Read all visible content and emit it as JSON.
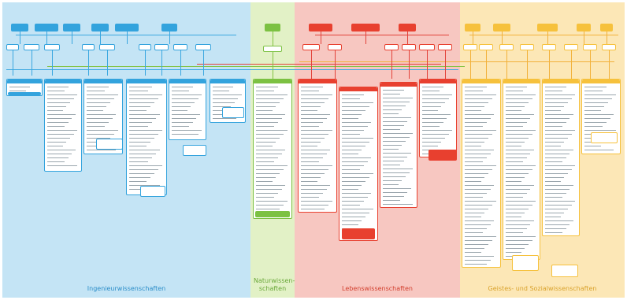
{
  "panels": {
    "ingenieur": {
      "label": "Ingenieurwissenschaften",
      "bg": "#c4e4f5",
      "accent": "#33a3dd",
      "text": "#2b8dc8"
    },
    "natur": {
      "label": "Naturwissen- schaften",
      "bg": "#e2f1c6",
      "accent": "#7cc142",
      "text": "#6aa83a"
    },
    "leben": {
      "label": "Lebenswissenschaften",
      "bg": "#f7c7c1",
      "accent": "#e8402f",
      "text": "#d2402f"
    },
    "sozial": {
      "label": "Geistes- und Sozialwissenschaften",
      "bg": "#fce7b6",
      "accent": "#f6c13c",
      "text": "#d9a22b"
    }
  },
  "connector_colors": {
    "blue": "#3aa7e0",
    "green": "#82c341",
    "red": "#e2423a",
    "orange": "#f2b13a"
  }
}
